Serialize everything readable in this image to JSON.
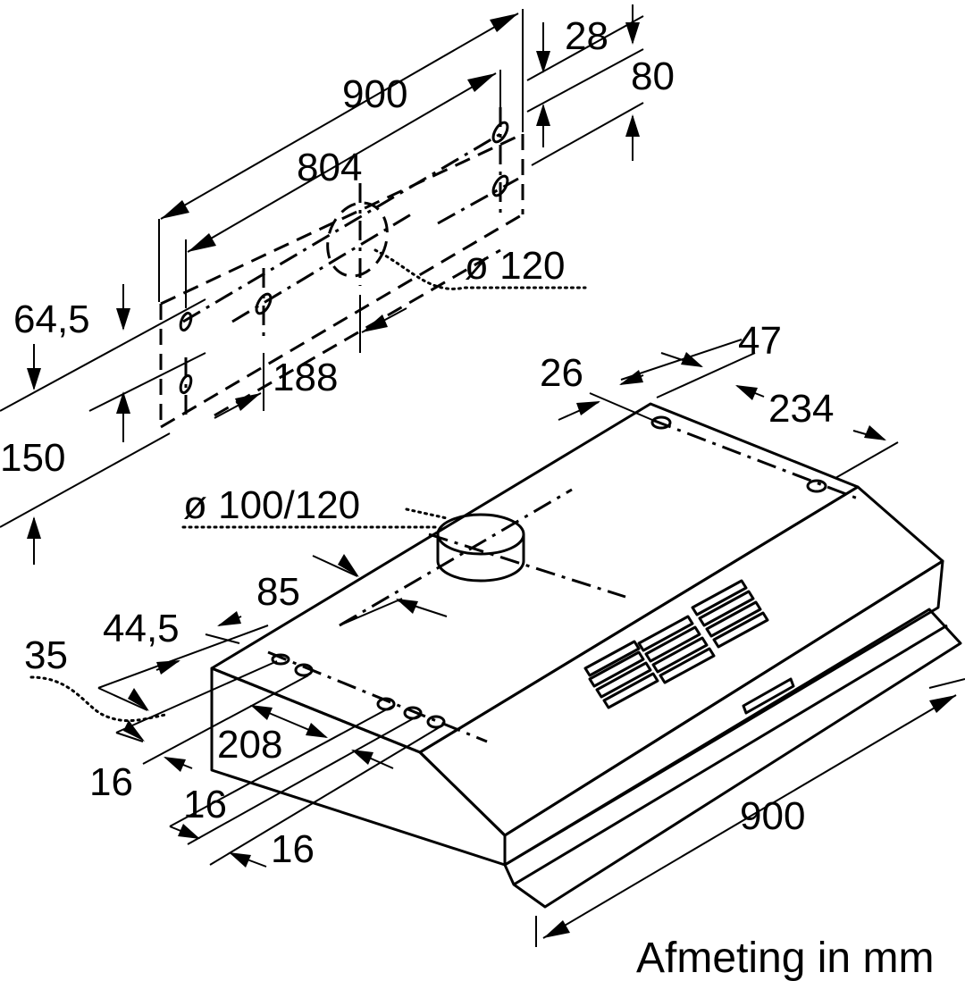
{
  "unit_caption": "Afmeting in mm",
  "mounting_template": {
    "width": "900",
    "hole_spacing": "804",
    "outlet_diameter": "ø 120",
    "left_offset_top": "64,5",
    "height": "150",
    "outlet_offset": "188",
    "right_offset_top": "28",
    "right_hole_spacing": "80"
  },
  "hood": {
    "outlet_diameter": "ø 100/120",
    "depth_to_outlet": "85",
    "control_offset": "44,5",
    "control_dot_offset": "35",
    "control_spacing": "208",
    "button_spacing_1": "16",
    "button_spacing_2": "16",
    "button_spacing_3": "16",
    "rear_offset": "26",
    "rear_hole_offset": "47",
    "rear_hole_depth": "234",
    "width": "900"
  }
}
